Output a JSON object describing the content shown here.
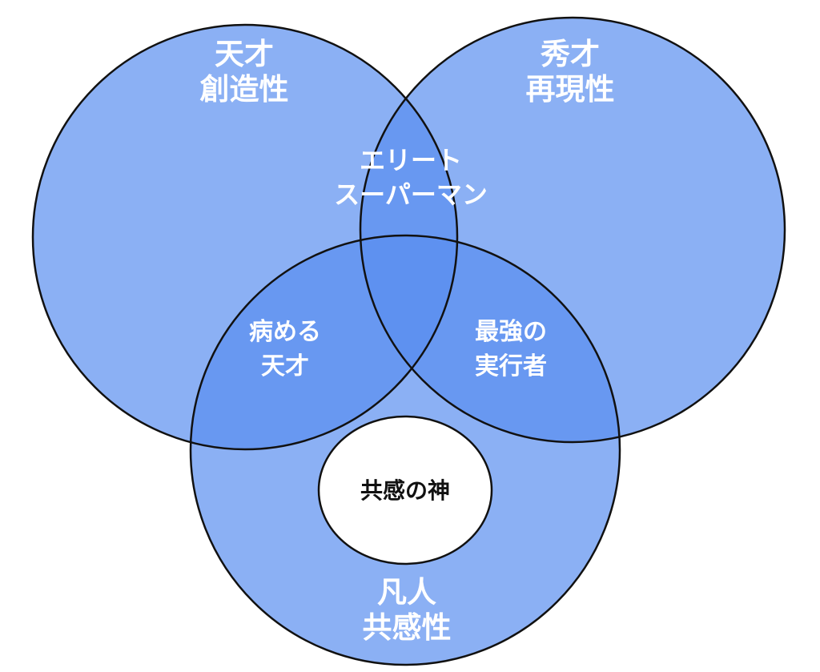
{
  "colors": {
    "circle_fill": "#5a8ff0",
    "circle_stroke": "#111111",
    "inner_fill": "#ffffff",
    "label_light": "#ffffff",
    "label_dark": "#111111"
  },
  "circles": {
    "genius": {
      "title": "天才",
      "trait": "創造性"
    },
    "talent": {
      "title": "秀才",
      "trait": "再現性"
    },
    "ordinary": {
      "title": "凡人",
      "trait": "共感性"
    }
  },
  "overlaps": {
    "genius_talent": {
      "line1": "エリート",
      "line2": "スーパーマン"
    },
    "genius_ordinary": {
      "line1": "病める",
      "line2": "天才"
    },
    "talent_ordinary": {
      "line1": "最強の",
      "line2": "実行者"
    }
  },
  "center_circle": {
    "label": "共感の神"
  }
}
